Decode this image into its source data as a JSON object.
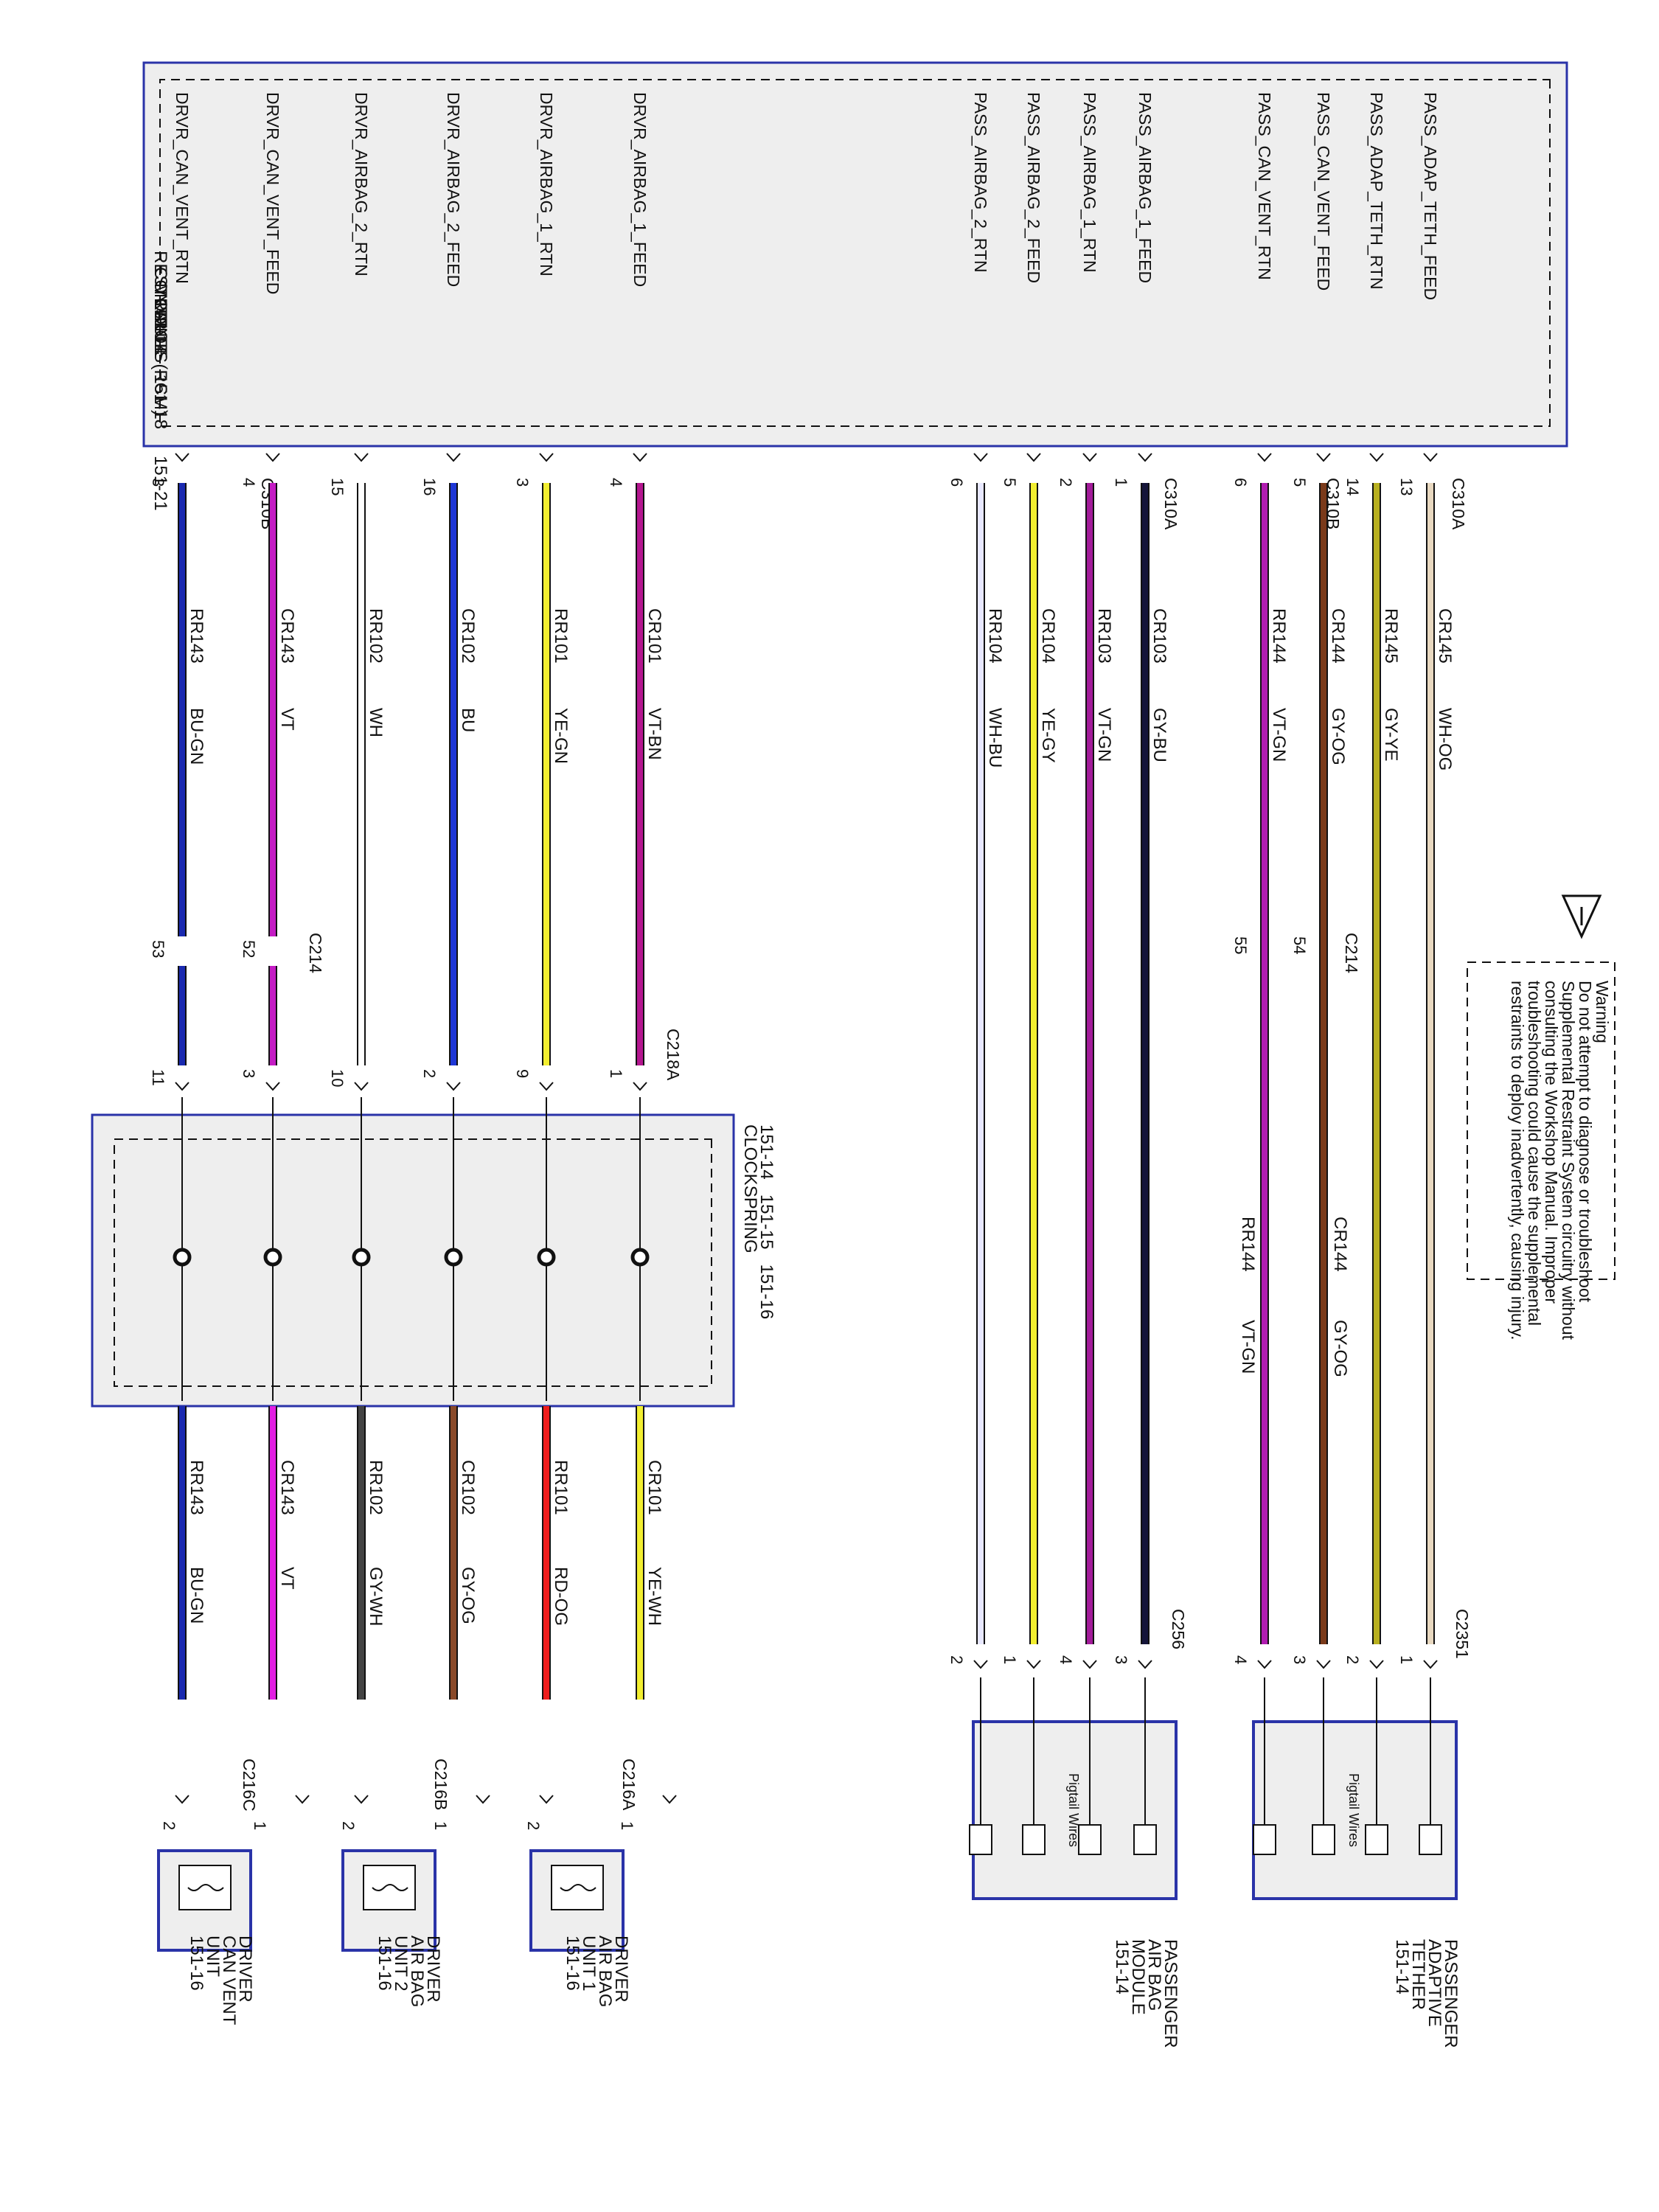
{
  "rcm": {
    "title": [
      "RESTRAINTS",
      "CONTROL",
      "MODULE (RCM)"
    ],
    "refs": "151-14    151-18",
    "side_ref": "151-21"
  },
  "warning": {
    "lines": [
      "Warning",
      "Do not attempt to diagnose or troubleshoot",
      "Supplemental Restraint System circuitry without",
      "consulting the Workshop Manual. Improper",
      "troubleshooting could cause the supplemental",
      "restraints to deploy inadvertently, causing injury."
    ]
  },
  "clockspring": {
    "title": "CLOCKSPRING",
    "refs": "151-14   151-15   151-16"
  },
  "driver_circuits": [
    {
      "signal": "DRVR_AIRBAG_1_FEED",
      "rcm_pin": "4",
      "c1_circuit": "CR101",
      "c1_color": "VT-BN",
      "c214_pin": "",
      "c218_pin": "1",
      "c2_circuit": "CR101",
      "c2_color": "YE-WH",
      "end_pin": "1",
      "c1_hex": "#b4168f",
      "c2_hex": "#f2ee30"
    },
    {
      "signal": "DRVR_AIRBAG_1_RTN",
      "rcm_pin": "3",
      "c1_circuit": "RR101",
      "c1_color": "YE-GN",
      "c214_pin": "",
      "c218_pin": "9",
      "c2_circuit": "RR101",
      "c2_color": "RD-OG",
      "end_pin": "2",
      "c1_hex": "#f2ee30",
      "c2_hex": "#ee1c1c"
    },
    {
      "signal": "DRVR_AIRBAG_2_FEED",
      "rcm_pin": "16",
      "c1_circuit": "CR102",
      "c1_color": "BU",
      "c214_pin": "",
      "c218_pin": "2",
      "c2_circuit": "CR102",
      "c2_color": "GY-OG",
      "end_pin": "1",
      "c1_hex": "#1e37d6",
      "c2_hex": "#8a4a2a"
    },
    {
      "signal": "DRVR_AIRBAG_2_RTN",
      "rcm_pin": "15",
      "c1_circuit": "RR102",
      "c1_color": "WH",
      "c214_pin": "",
      "c218_pin": "10",
      "c2_circuit": "RR102",
      "c2_color": "GY-WH",
      "end_pin": "2",
      "c1_hex": "#ffffff",
      "c2_hex": "#444444"
    },
    {
      "signal": "DRVR_CAN_VENT_FEED",
      "rcm_pin": "4",
      "c1_circuit": "CR143",
      "c1_color": "VT",
      "c214_pin": "52",
      "c218_pin": "3",
      "c2_circuit": "CR143",
      "c2_color": "VT",
      "end_pin": "1",
      "c1_hex": "#c41cc4",
      "c2_hex": "#e21ee2"
    },
    {
      "signal": "DRVR_CAN_VENT_RTN",
      "rcm_pin": "3",
      "c1_circuit": "RR143",
      "c1_color": "BU-GN",
      "c214_pin": "53",
      "c218_pin": "11",
      "c2_circuit": "RR143",
      "c2_color": "BU-GN",
      "end_pin": "2",
      "c1_hex": "#1a2ab0",
      "c2_hex": "#1a2ab0"
    }
  ],
  "passenger_airbag_circuits": [
    {
      "signal": "PASS_AIRBAG_2_RTN",
      "rcm_pin": "6",
      "circuit": "RR104",
      "color": "WH-BU",
      "end_pin": "2",
      "hex": "#e8e8ff"
    },
    {
      "signal": "PASS_AIRBAG_2_FEED",
      "rcm_pin": "5",
      "circuit": "CR104",
      "color": "YE-GY",
      "end_pin": "1",
      "hex": "#f2ee30"
    },
    {
      "signal": "PASS_AIRBAG_1_RTN",
      "rcm_pin": "2",
      "circuit": "RR103",
      "color": "VT-GN",
      "end_pin": "4",
      "hex": "#a31c9a"
    },
    {
      "signal": "PASS_AIRBAG_1_FEED",
      "rcm_pin": "1",
      "circuit": "CR103",
      "color": "GY-BU",
      "end_pin": "3",
      "hex": "#15153a"
    }
  ],
  "passenger_tether_circuits": [
    {
      "signal": "PASS_CAN_VENT_RTN",
      "rcm_pin": "6",
      "circuit": "RR144",
      "color": "VT-GN",
      "c214_pin": "55",
      "end_pin": "4",
      "hex": "#b01cb0"
    },
    {
      "signal": "PASS_CAN_VENT_FEED",
      "rcm_pin": "5",
      "circuit": "CR144",
      "color": "GY-OG",
      "c214_pin": "54",
      "end_pin": "3",
      "hex": "#7a3a1a"
    },
    {
      "signal": "PASS_ADAP_TETH_RTN",
      "rcm_pin": "14",
      "circuit": "RR145",
      "color": "GY-YE",
      "c214_pin": "",
      "end_pin": "2",
      "hex": "#b8b020"
    },
    {
      "signal": "PASS_ADAP_TETH_FEED",
      "rcm_pin": "13",
      "circuit": "CR145",
      "color": "WH-OG",
      "c214_pin": "",
      "end_pin": "1",
      "hex": "#e8d8c0"
    }
  ],
  "tether_mid_labels": [
    {
      "circuit": "CR144",
      "color": "GY-OG"
    },
    {
      "circuit": "RR144",
      "color": "VT-GN"
    }
  ],
  "connectors": {
    "c310a": "C310A",
    "c310b": "C310B",
    "c214": "C214",
    "c218a": "C218A",
    "c256": "C256",
    "c2351": "C2351",
    "c216a": "C216A",
    "c216b": "C216B",
    "c216c": "C216C"
  },
  "modules": {
    "pass_airbag": [
      "PASSENGER",
      "AIR BAG",
      "MODULE",
      "151-14"
    ],
    "pass_tether": [
      "PASSENGER",
      "ADAPTIVE",
      "TETHER",
      "151-14"
    ],
    "drvr_airbag1": [
      "DRIVER",
      "AIR BAG",
      "UNIT 1",
      "151-16"
    ],
    "drvr_airbag2": [
      "DRIVER",
      "AIR BAG",
      "UNIT 2",
      "151-16"
    ],
    "drvr_canvent": [
      "DRIVER",
      "CAN VENT",
      "UNIT",
      "151-16"
    ],
    "pigtail": "Pigtail Wires"
  }
}
